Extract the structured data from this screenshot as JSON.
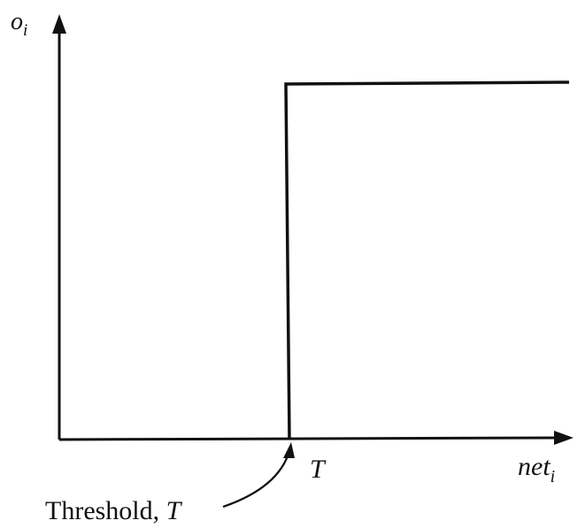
{
  "axes": {
    "y_label": {
      "base": "o",
      "sub": "i"
    },
    "x_label": {
      "base": "net",
      "sub": "i"
    }
  },
  "markers": {
    "threshold_tick": "T",
    "annotation_prefix": "Threshold, ",
    "annotation_var": "T"
  },
  "colors": {
    "ink": "#111111",
    "background": "#ffffff"
  }
}
